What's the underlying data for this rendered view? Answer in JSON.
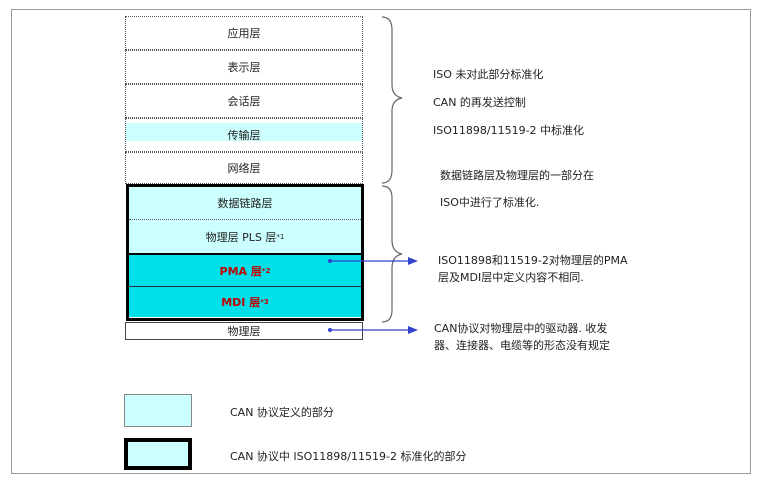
{
  "layers": {
    "application": "应用层",
    "presentation": "表示层",
    "session": "会话层",
    "transport": "传输层",
    "network": "网络层",
    "data_link": "数据链路层",
    "pls": "物理层 PLS 层",
    "pls_sup": "*1",
    "pma": "PMA 层",
    "pma_sup": "*2",
    "mdi": "MDI 层",
    "mdi_sup": "*3",
    "physical": "物理层"
  },
  "annotations": {
    "iso_not_std": "ISO 未对此部分标准化",
    "can_resend": "CAN 的再发送控制",
    "iso_std": "ISO11898/11519-2 中标准化",
    "dl_part_1": "数据链路层及物理层的一部分在",
    "dl_part_2": "ISO中进行了标准化.",
    "pma_diff_1": "ISO11898和11519-2对物理层的PMA",
    "pma_diff_2": "层及MDI层中定义内容不相同.",
    "driver_1": "CAN协议对物理层中的驱动器. 收发",
    "driver_2": "器、连接器、电缆等的形态没有规定"
  },
  "legend": {
    "can_defined": "CAN 协议定义的部分",
    "iso_std_part": "CAN 协议中 ISO11898/11519-2 标准化的部分"
  },
  "colors": {
    "light_cyan": "#ccffff",
    "strong_cyan": "#00e0e8",
    "arrow_blue": "#3344cc",
    "red_text": "#c00000"
  }
}
